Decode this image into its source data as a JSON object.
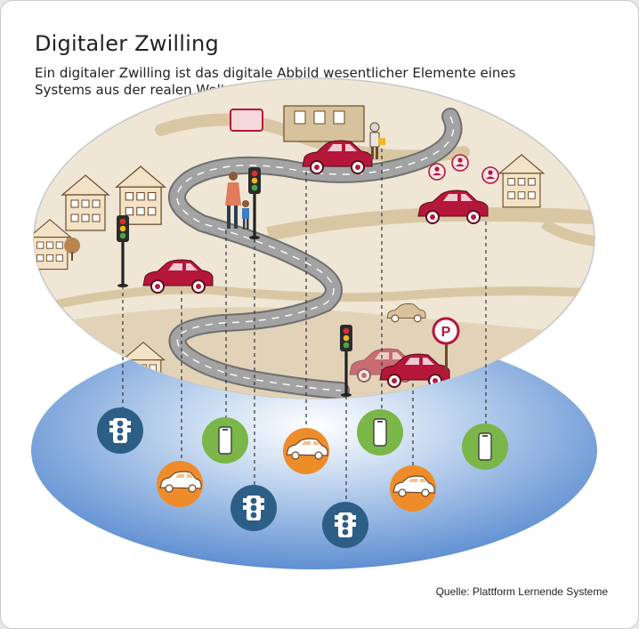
{
  "title": "Digitaler Zwilling",
  "subtitle": "Ein digitaler Zwilling ist das digitale Abbild wesentlicher Elemente eines Systems aus der realen Welt.",
  "source": "Quelle: Plattform Lernende Systeme",
  "colors": {
    "disc_blue": "#6e9ad8",
    "traffic_light_circle": "#2d5f86",
    "phone_circle": "#7ab648",
    "car_circle": "#ef8c2a",
    "car_red": "#b5173a",
    "road_gray": "#9b9b9b",
    "ground_beige": "#efe6d5"
  },
  "icons": [
    "traffic-light-icon",
    "smartphone-icon",
    "car-icon",
    "pedestrian-icon",
    "parking-sign-icon",
    "house-icon",
    "person-pin-icon"
  ]
}
